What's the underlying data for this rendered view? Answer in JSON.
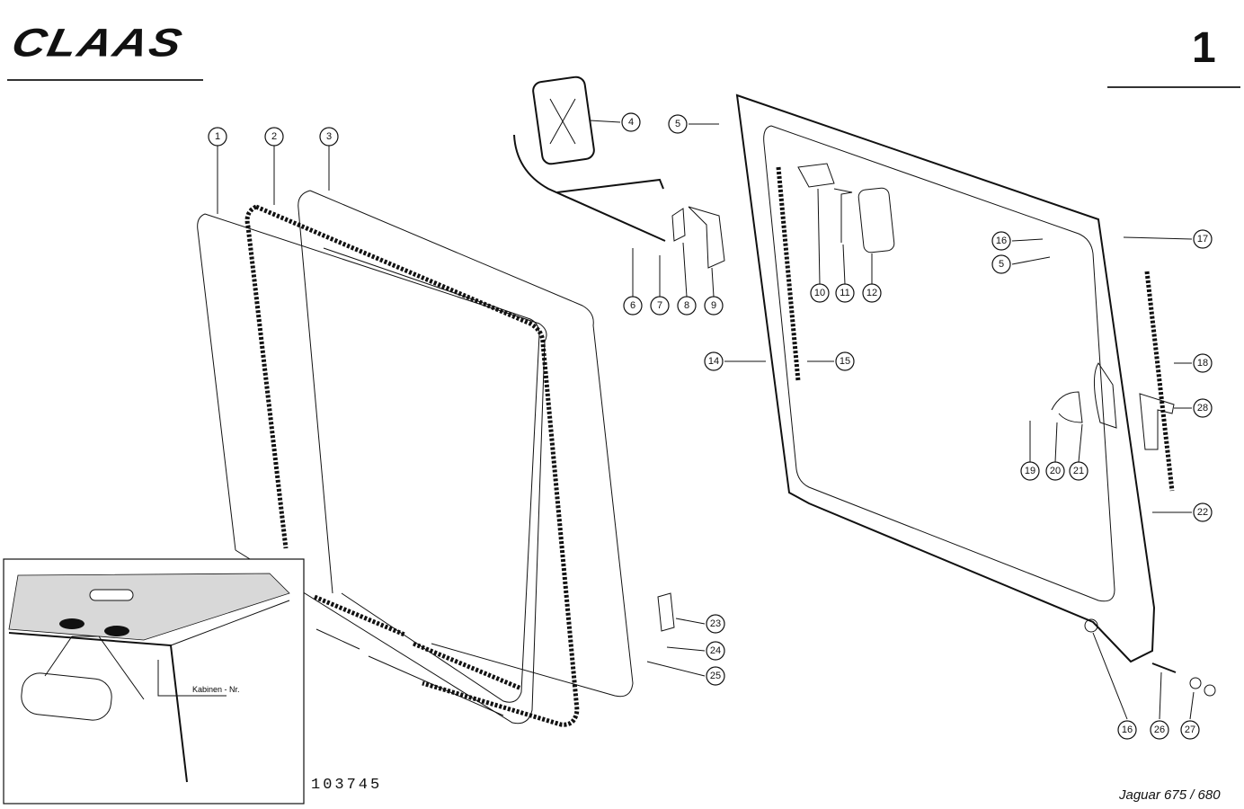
{
  "header": {
    "brand": "CLAAS",
    "page_number": "1"
  },
  "footer": {
    "drawing_number": "103745",
    "model": "Jaguar 675 / 680"
  },
  "inset": {
    "label": "Kabinen - Nr."
  },
  "callouts": [
    "1",
    "2",
    "3",
    "4",
    "5",
    "6",
    "7",
    "8",
    "9",
    "10",
    "11",
    "12",
    "14",
    "15",
    "16",
    "5",
    "17",
    "18",
    "28",
    "19",
    "20",
    "21",
    "22",
    "23",
    "24",
    "25",
    "16",
    "26",
    "27"
  ]
}
